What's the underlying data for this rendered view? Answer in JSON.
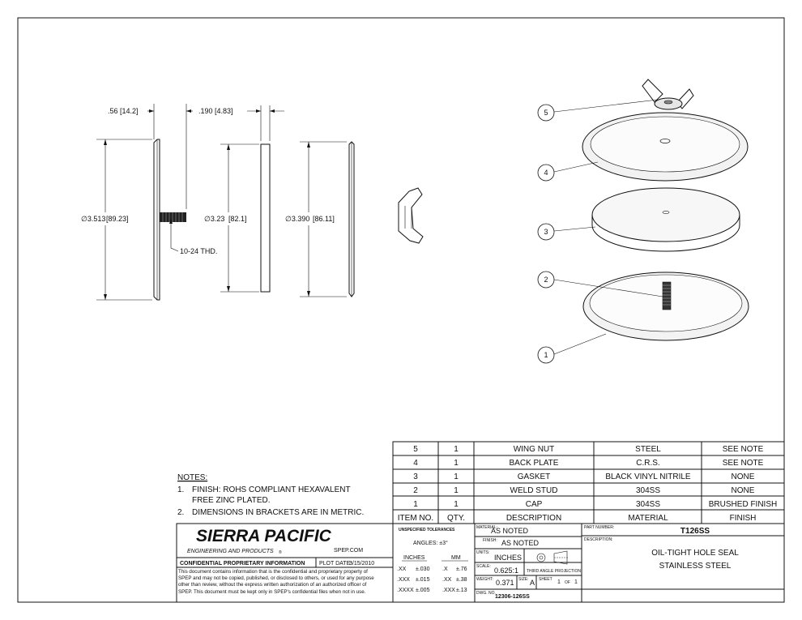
{
  "notes": {
    "title": "NOTES:",
    "items": [
      {
        "num": "1.",
        "line1": "FINISH: ROHS COMPLIANT HEXAVALENT",
        "line2": "FREE ZINC PLATED."
      },
      {
        "num": "2.",
        "line1": "DIMENSIONS IN BRACKETS ARE IN METRIC.",
        "line2": ""
      }
    ]
  },
  "dimensions": {
    "cap_thickness": ".56",
    "cap_thickness_mm": "[14.2]",
    "plate_thickness": ".190",
    "plate_thickness_mm": "[4.83]",
    "cap_dia": "∅3.513",
    "cap_dia_mm": "[89.23]",
    "gasket_dia": "∅3.23",
    "gasket_dia_mm": "[82.1]",
    "plate_dia": "∅3.390",
    "plate_dia_mm": "[86.11]",
    "thread": "10-24 THD."
  },
  "balloons": [
    "1",
    "2",
    "3",
    "4",
    "5"
  ],
  "bom": {
    "headers": [
      "ITEM NO.",
      "QTY.",
      "DESCRIPTION",
      "MATERIAL",
      "FINISH"
    ],
    "rows": [
      [
        "5",
        "1",
        "WING NUT",
        "STEEL",
        "SEE NOTE"
      ],
      [
        "4",
        "1",
        "BACK PLATE",
        "C.R.S.",
        "SEE NOTE"
      ],
      [
        "3",
        "1",
        "GASKET",
        "BLACK VINYL NITRILE",
        "NONE"
      ],
      [
        "2",
        "1",
        "WELD STUD",
        "304SS",
        "NONE"
      ],
      [
        "1",
        "1",
        "CAP",
        "304SS",
        "BRUSHED FINISH"
      ]
    ]
  },
  "title_block": {
    "company": "SIERRA PACIFIC",
    "subtitle": "ENGINEERING AND PRODUCTS",
    "trademark": "®",
    "website": "SPEP.COM",
    "confidential_label": "CONFIDENTIAL PROPRIETARY INFORMATION",
    "plot_date_label": "PLOT DATE:",
    "plot_date": "3/15/2010",
    "confidential_text": [
      "This document contains information that is the confidential and proprietary property of",
      "SPEP and may not be copied, published, or disclosed to others, or used for any purpose",
      "other than review, without the express written authorization of an authorized officer of",
      "SPEP. This document must be kept only in SPEP's confidential files when not in use."
    ],
    "tolerances_title": "UNSPECIFIED TOLERANCES",
    "angles": "ANGLES: ±3°",
    "inches_label": "INCHES",
    "mm_label": "MM",
    "tol_inches": [
      [
        ".XX",
        "±.030"
      ],
      [
        ".XXX",
        "±.015"
      ],
      [
        ".XXXX",
        "±.005"
      ]
    ],
    "tol_mm": [
      [
        ".X",
        "±.76"
      ],
      [
        ".XX",
        "±.38"
      ],
      [
        ".XXX",
        "±.13"
      ]
    ],
    "material_label": "MATERIAL:",
    "material": "AS NOTED",
    "finish_label": "FINISH:",
    "finish": "AS NOTED",
    "units_label": "UNITS:",
    "units": "INCHES",
    "scale_label": "SCALE:",
    "scale": "0.625:1",
    "projection": "THIRD ANGLE PROJECTION",
    "weight_label": "WEIGHT:",
    "weight": "0.371",
    "size_label": "SIZE:",
    "size": "A",
    "sheet_label": "SHEET",
    "sheet": "1",
    "of_label": "OF",
    "sheet_total": "1",
    "dwg_label": "DWG. NO.",
    "dwg_no": "12306-126SS",
    "part_number_label": "PART NUMBER:",
    "part_number": "T126SS",
    "description_label": "DESCRIPTION:",
    "description_line1": "OIL-TIGHT HOLE SEAL",
    "description_line2": "STAINLESS STEEL"
  }
}
